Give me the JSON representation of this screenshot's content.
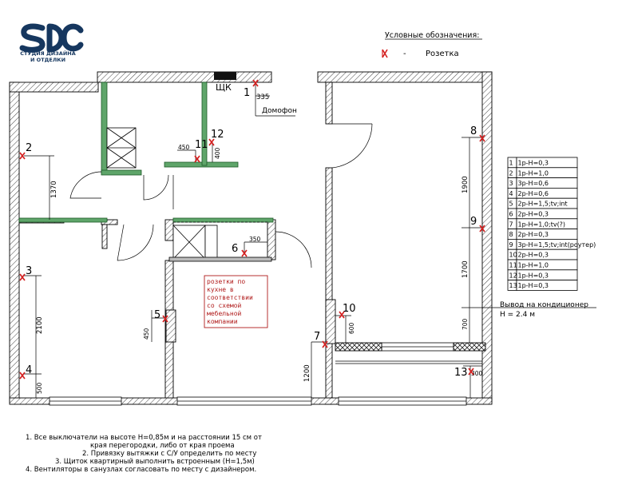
{
  "logo": {
    "mark": "SDC",
    "line1": "СТУДИЯ ДИЗАЙНА",
    "line2": "И ОТДЕЛКИ",
    "color": "#16375f"
  },
  "legend": {
    "title": "Условные обозначения:",
    "dash": "-",
    "item": "Розетка",
    "symbol_color": "#d42020"
  },
  "panel_label": "ЩК",
  "intercom": {
    "value": "335",
    "label": "Домофон"
  },
  "sockets": [
    {
      "num": "1"
    },
    {
      "num": "2"
    },
    {
      "num": "3"
    },
    {
      "num": "4"
    },
    {
      "num": "5"
    },
    {
      "num": "6"
    },
    {
      "num": "7"
    },
    {
      "num": "8"
    },
    {
      "num": "9"
    },
    {
      "num": "10"
    },
    {
      "num": "11"
    },
    {
      "num": "12"
    },
    {
      "num": "13"
    }
  ],
  "dims": {
    "d1370": "1370",
    "d2100": "2100",
    "d500": "500",
    "d450a": "450",
    "d400": "400",
    "d450b": "450",
    "d350": "350",
    "d1200": "1200",
    "d600": "600",
    "d1900": "1900",
    "d1700": "1700",
    "d700": "700",
    "d300": "300"
  },
  "kitchen_note": [
    "розетки по",
    "кухне в",
    "соответствии",
    "со схемой",
    "мебельной",
    "компании"
  ],
  "socket_table": [
    {
      "n": "1",
      "spec": "1р-Н=0,3"
    },
    {
      "n": "2",
      "spec": "1р-Н=1,0"
    },
    {
      "n": "3",
      "spec": "3р-Н=0,6"
    },
    {
      "n": "4",
      "spec": "2р-Н=0,6"
    },
    {
      "n": "5",
      "spec": "2р-Н=1,5;tv;int"
    },
    {
      "n": "6",
      "spec": "2р-Н=0,3"
    },
    {
      "n": "7",
      "spec": "1р-Н=1,0;tv(?)"
    },
    {
      "n": "8",
      "spec": "2р-Н=0,3"
    },
    {
      "n": "9",
      "spec": "3р-Н=1,5;tv;int(роутер)"
    },
    {
      "n": "10",
      "spec": "2р-Н=0,3"
    },
    {
      "n": "11",
      "spec": "1р-Н=1,0"
    },
    {
      "n": "12",
      "spec": "1р-Н=0,3"
    },
    {
      "n": "13",
      "spec": "1р-Н=0,3"
    }
  ],
  "ac_outlet": {
    "line1": "Вывод на кондиционер",
    "line2": "Н = 2.4 м"
  },
  "notes": [
    "1.   Все выключатели на высоте Н=0,85м и на расстоянии 15 см от",
    "края перегородки, либо от края проема",
    "2.  Привязку вытяжки с С/У определить по месту",
    "3.  Щиток квартирный выполнить встроенным (Н=1,5м)",
    "4.  Вентиляторы в санузлах согласовать по месту с дизайнером."
  ]
}
